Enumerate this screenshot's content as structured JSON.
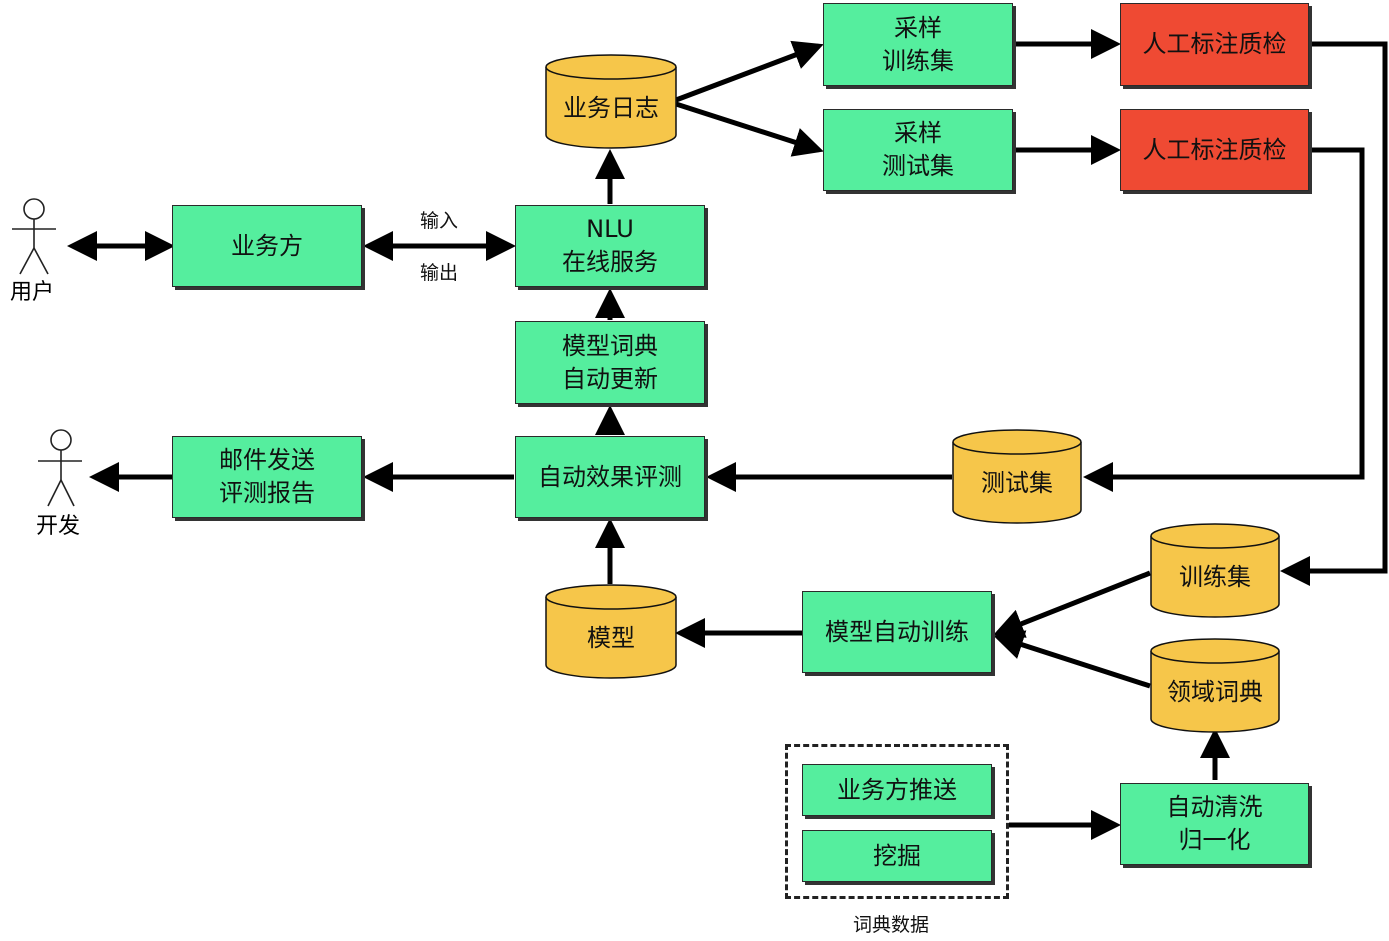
{
  "actors": {
    "user": "用户",
    "dev": "开发"
  },
  "nodes": {
    "biz": "业务方",
    "nlu": [
      "NLU",
      "在线服务"
    ],
    "logs": "业务日志",
    "sample_train": [
      "采样",
      "训练集"
    ],
    "sample_test": [
      "采样",
      "测试集"
    ],
    "qa1": "人工标注质检",
    "qa2": "人工标注质检",
    "dict_update": [
      "模型词典",
      "自动更新"
    ],
    "auto_eval": "自动效果评测",
    "mail": [
      "邮件发送",
      "评测报告"
    ],
    "testset": "测试集",
    "trainset": "训练集",
    "model": "模型",
    "auto_train": "模型自动训练",
    "domain_dict": "领域词典",
    "clean": [
      "自动清洗",
      "归一化"
    ],
    "push": "业务方推送",
    "mine": "挖掘"
  },
  "edge_labels": {
    "input": "输入",
    "output": "输出"
  },
  "group": {
    "label": "词典数据"
  },
  "colors": {
    "process": "#55ee9e",
    "quality": "#ef4a33",
    "store": "#f6c64a",
    "line": "#000000"
  }
}
